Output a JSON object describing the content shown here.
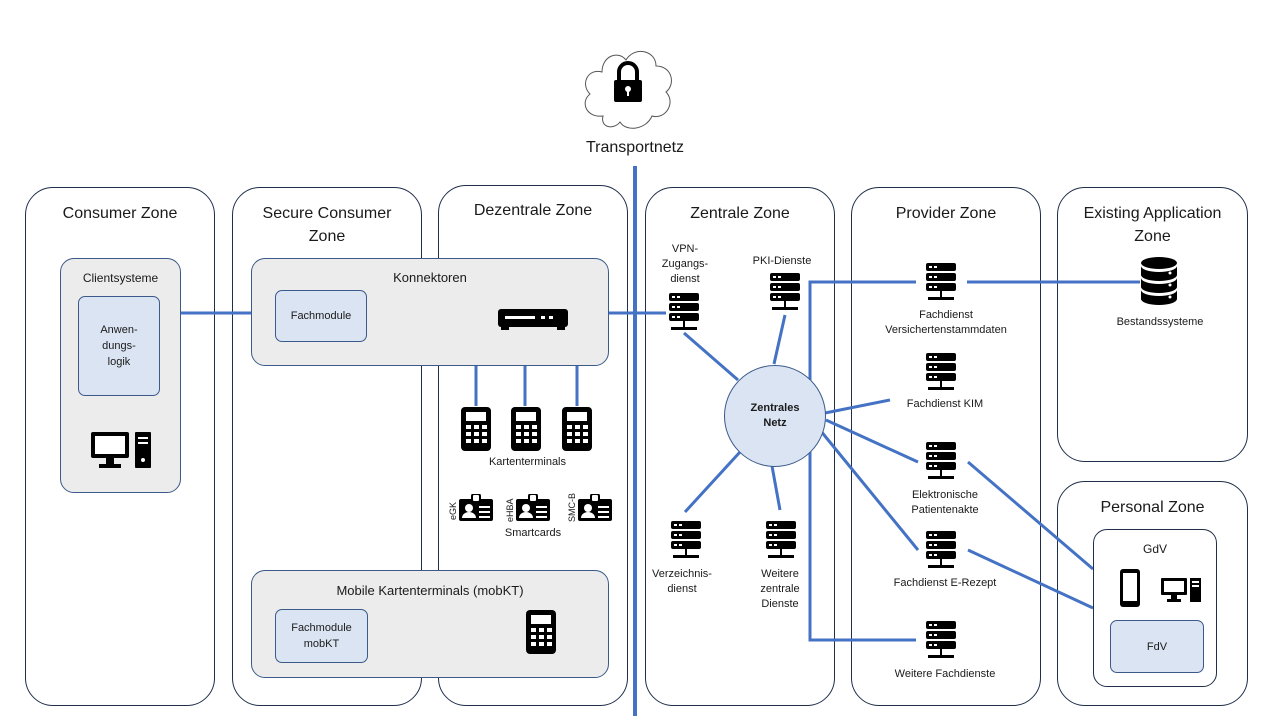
{
  "transport": {
    "label": "Transportnetz"
  },
  "zones": {
    "consumer": "Consumer Zone",
    "secure_consumer": "Secure Consumer\nZone",
    "dezentrale": "Dezentrale Zone",
    "zentrale": "Zentrale Zone",
    "provider": "Provider Zone",
    "existing": "Existing Application\nZone",
    "personal": "Personal Zone"
  },
  "consumer": {
    "clientsysteme": "Clientsysteme",
    "anwendungslogik": "Anwen-\ndungs-\nlogik"
  },
  "konnektoren": {
    "title": "Konnektoren",
    "fachmodule": "Fachmodule"
  },
  "dezentral": {
    "kartenterminals": "Kartenterminals",
    "smartcards": "Smartcards",
    "cards": [
      "eGK",
      "eHBA",
      "SMC-B"
    ]
  },
  "mobkt": {
    "title": "Mobile Kartenterminals (mobKT)",
    "fachmodule": "Fachmodule\nmobKT"
  },
  "zentral": {
    "vpn": "VPN-\nZugangs-\ndienst",
    "pki": "PKI-Dienste",
    "hub": "Zentrales\nNetz",
    "verzeichnis": "Verzeichnis-\ndienst",
    "weitere": "Weitere\nzentrale\nDienste"
  },
  "provider": {
    "vsdm": "Fachdienst\nVersichertenstammdaten",
    "kim": "Fachdienst KIM",
    "epa": "Elektronische\nPatientenakte",
    "erezept": "Fachdienst E-Rezept",
    "weitere": "Weitere Fachdienste"
  },
  "existing": {
    "bestand": "Bestandssysteme"
  },
  "personal": {
    "gdv": "GdV",
    "fdv": "FdV"
  },
  "colors": {
    "line": "#4472c4",
    "border": "#1f2f4a",
    "box_fill": "#dbe4f3",
    "panel_fill": "#ececec"
  }
}
